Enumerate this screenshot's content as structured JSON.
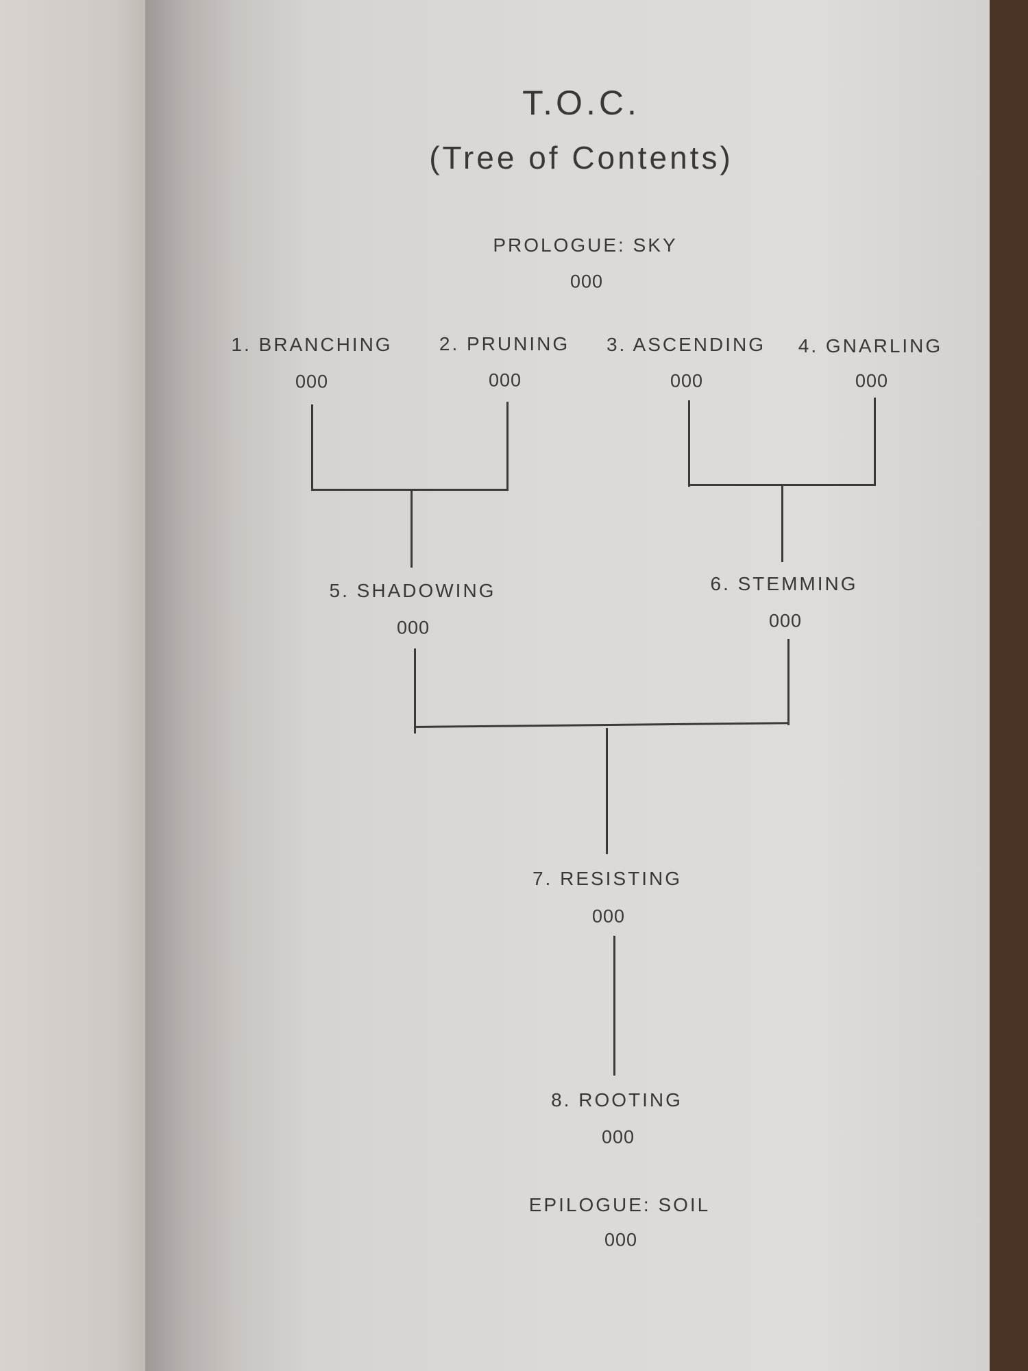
{
  "title": "T.O.C.",
  "subtitle": "(Tree of Contents)",
  "prologue": {
    "label": "PROLOGUE: SKY",
    "page": "000"
  },
  "chapters": [
    {
      "label": "1. BRANCHING",
      "page": "000"
    },
    {
      "label": "2. PRUNING",
      "page": "000"
    },
    {
      "label": "3. ASCENDING",
      "page": "000"
    },
    {
      "label": "4. GNARLING",
      "page": "000"
    },
    {
      "label": "5. SHADOWING",
      "page": "000"
    },
    {
      "label": "6. STEMMING",
      "page": "000"
    },
    {
      "label": "7. RESISTING",
      "page": "000"
    },
    {
      "label": "8. ROOTING",
      "page": "000"
    }
  ],
  "epilogue": {
    "label": "EPILOGUE: SOIL",
    "page": "000"
  }
}
